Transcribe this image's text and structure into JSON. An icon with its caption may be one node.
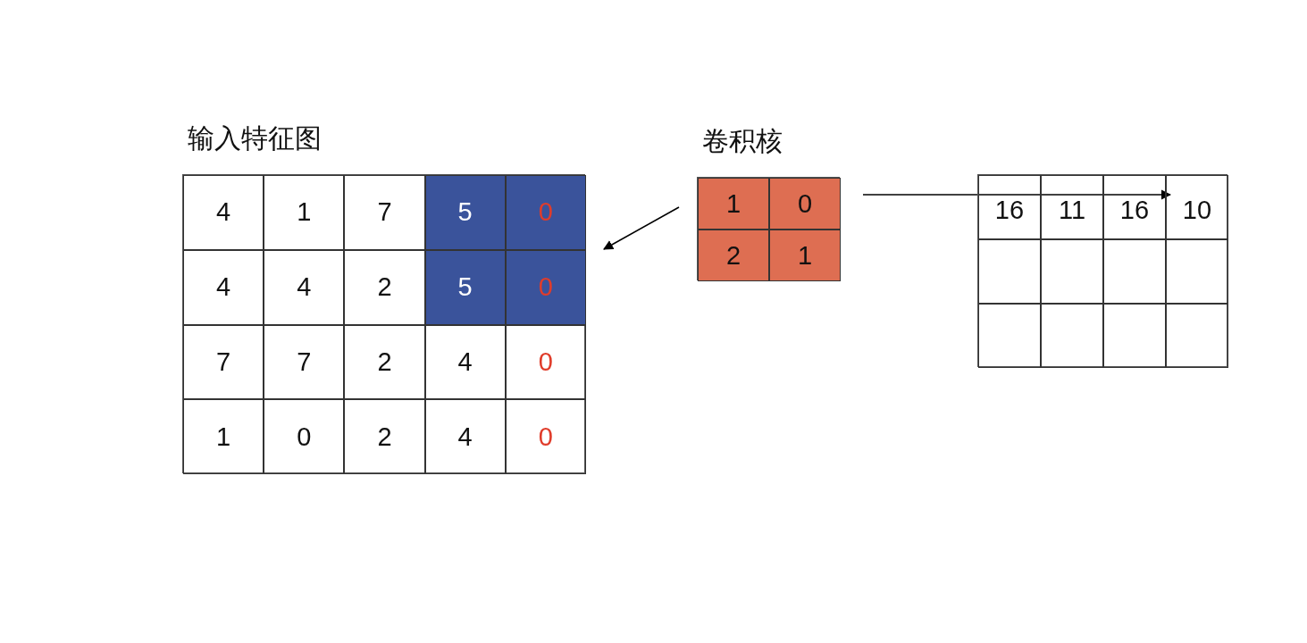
{
  "diagram": {
    "nodes": [
      {
        "text": [
          "输入特征图",
          "4",
          "1",
          "7",
          "5",
          "0",
          "4",
          "4",
          "2",
          "5",
          "0",
          "7",
          "7",
          "2",
          "4",
          "0",
          "1",
          "0",
          "2",
          "4",
          "0"
        ]
      },
      {
        "text": [
          "卷积核",
          "1",
          "0",
          "2",
          "1"
        ]
      },
      {
        "text": [
          "16",
          "11",
          "16",
          "10"
        ]
      }
    ],
    "edges": [
      {
        "from": 1,
        "to": 0,
        "arrow": "to"
      },
      {
        "from": 1,
        "to": 2,
        "arrow": "to"
      }
    ]
  }
}
